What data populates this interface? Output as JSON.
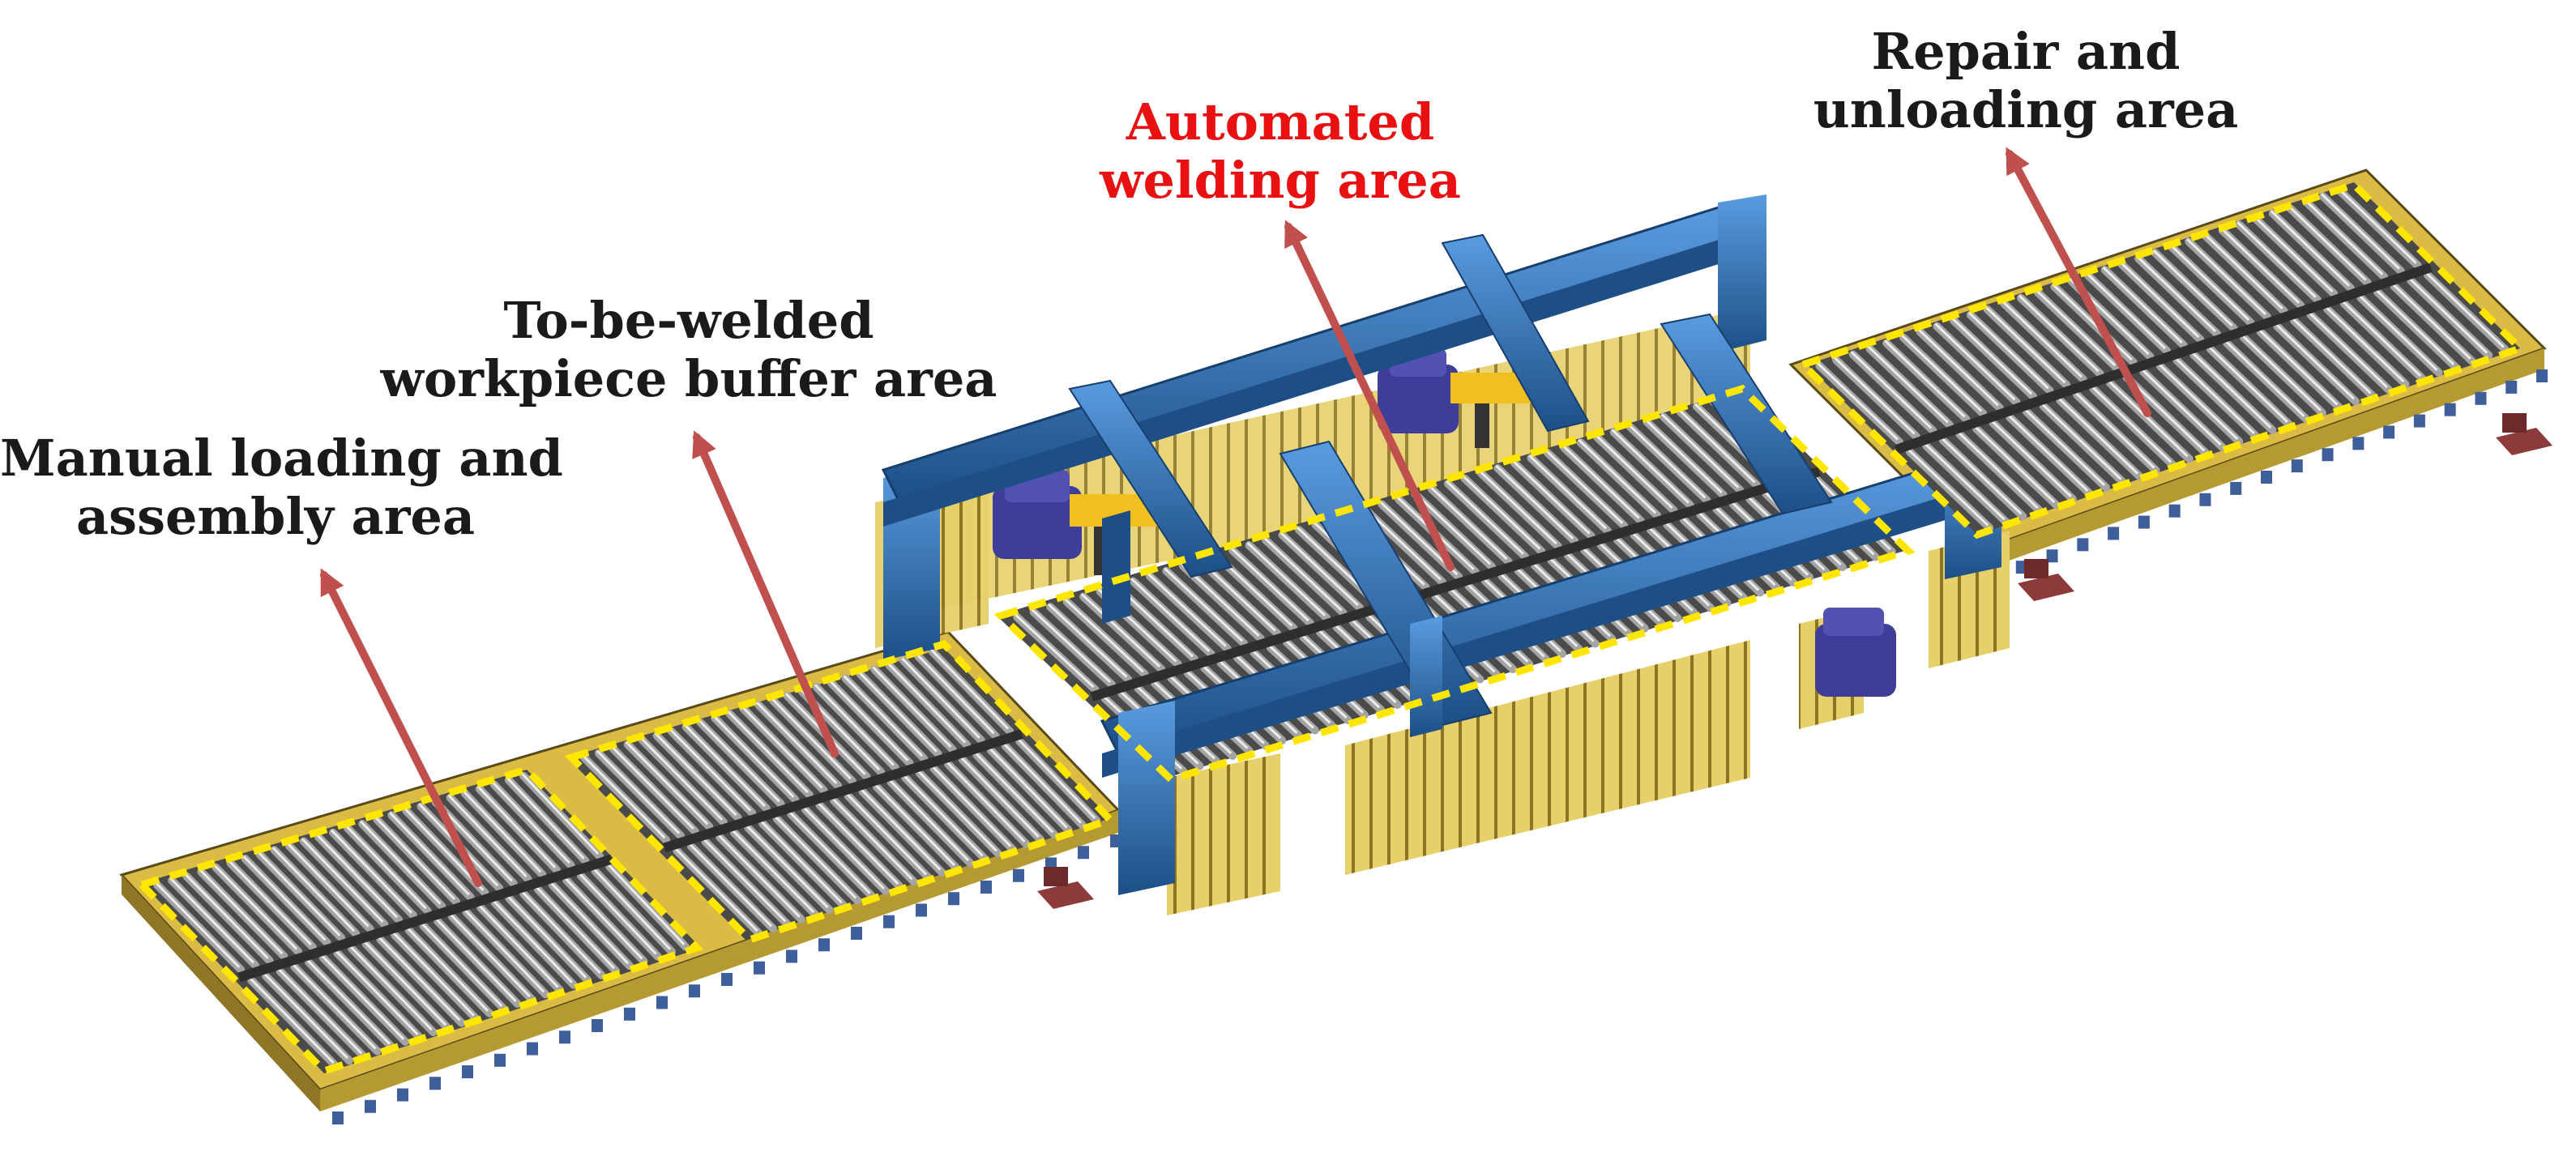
{
  "labels": {
    "manual": {
      "line1": "Manual loading and",
      "line2": "assembly area"
    },
    "buffer": {
      "line1": "To-be-welded",
      "line2": "workpiece buffer area"
    },
    "welding": {
      "line1": "Automated",
      "line2": "welding area"
    },
    "repair": {
      "line1": "Repair and",
      "line2": "unloading area"
    }
  },
  "colors": {
    "label_text": "#1a1a1a",
    "highlight_label": "#e81010",
    "arrow": "#c0504d",
    "zone_outline": "#ffe600",
    "frame_blue": "#2f74b5",
    "frame_dark": "#1d4f86",
    "roller": "#7d7d7d",
    "roller_dark": "#3f3f3f",
    "fence": "#e0c658",
    "base_yellow": "#d6b53a",
    "base_dark": "#5a4a1a",
    "floor_pad": "#8c3a3a"
  }
}
